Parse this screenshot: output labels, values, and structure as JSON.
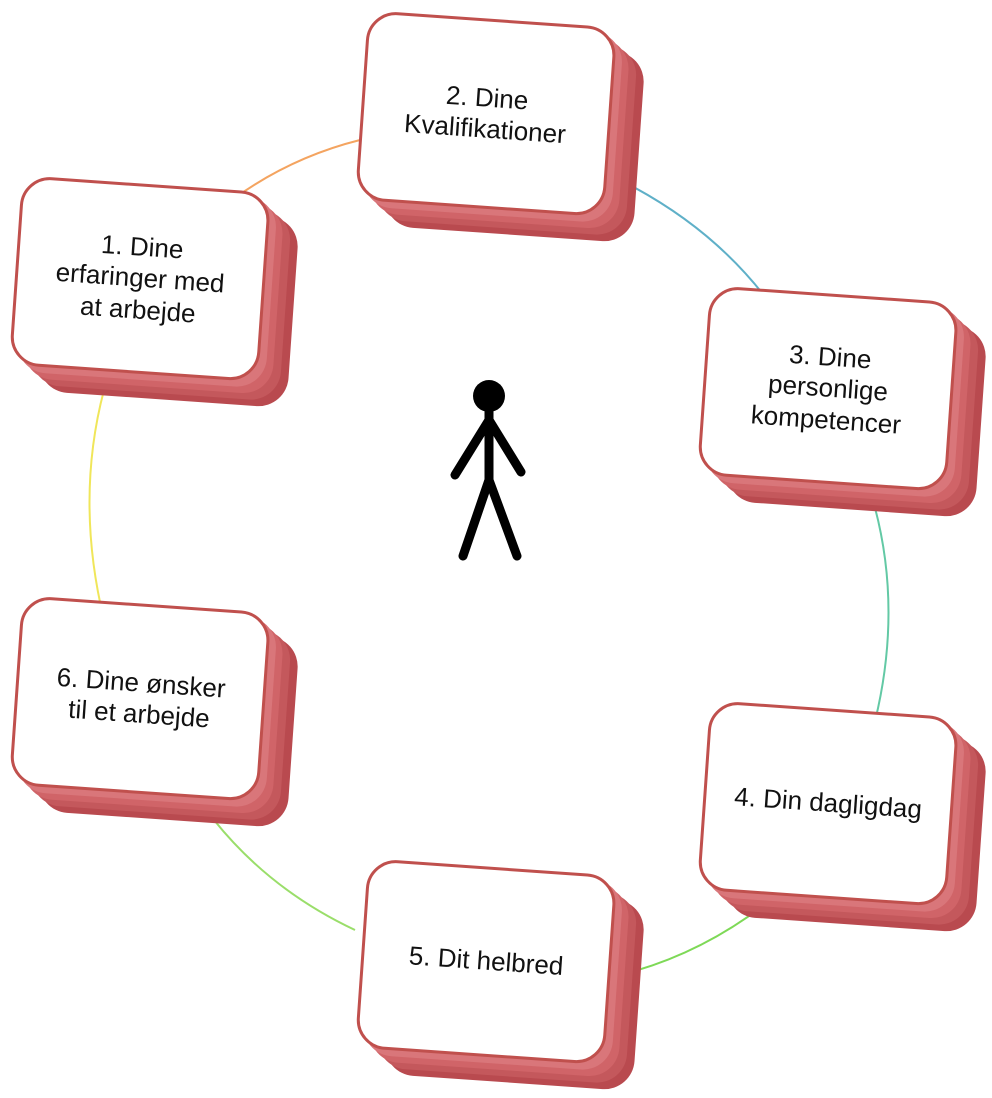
{
  "nodes": [
    {
      "id": "1",
      "label": "1. Dine\nerfaringer med\nat arbejde"
    },
    {
      "id": "2",
      "label": "2. Dine\nKvalifikationer"
    },
    {
      "id": "3",
      "label": "3. Dine\npersonlige\nkompetencer"
    },
    {
      "id": "4",
      "label": "4. Din dagligdag"
    },
    {
      "id": "5",
      "label": "5. Dit helbred"
    },
    {
      "id": "6",
      "label": "6. Dine ønsker\ntil  et arbejde"
    }
  ],
  "colors": {
    "box_border": "#c0504d",
    "box_depth": "#c85a5e",
    "box_face": "#ffffff",
    "text": "#111111",
    "figure": "#000000",
    "arc_1_2": "#f4a460",
    "arc_2_3": "#5fb0c8",
    "arc_3_4": "#63c9a5",
    "arc_4_5": "#7ed957",
    "arc_5_6": "#9ade6a",
    "arc_6_1": "#f0e65a"
  },
  "center_icon": "stick-figure-icon"
}
